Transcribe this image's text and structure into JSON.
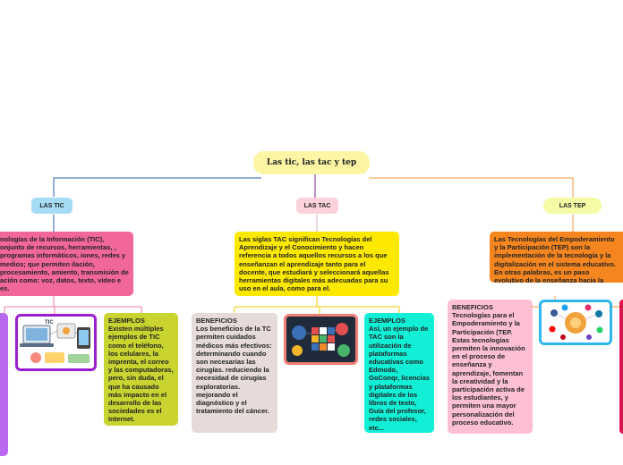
{
  "root": {
    "title": "Las tic, las tac y tep"
  },
  "branches": {
    "tic": {
      "label": "LAS TIC",
      "definition": "nologías de la Información (TIC), onjunto de recursos, herramientas, , programas informáticos, iones, redes y medios; que permiten ilación, procesamiento, amiento, transmisión de ación como: voz, datos, texto, video e es.",
      "image_label": "TIC",
      "examples": {
        "heading": "EJEMPLOS",
        "text": "Existen múltiples ejemplos de TIC como el teléfono, los celulares, la imprenta, el correo y las computadoras, pero, sin duda, el que ha causado más impacto en el desarrollo de las sociedades es el Internet."
      }
    },
    "tac": {
      "label": "LAS TAC",
      "definition": "Las siglas TAC significan Tecnologías del Aprendizaje y el Conocimiento y hacen referencia a todos aquellos recursos a los que enseñanzan el aprendizaje tanto para el docente, que estudiará y seleccionará aquellas herramientas digitales más adecuadas para su uso en el aula, como para el.",
      "benefits": {
        "heading": "BENEFICIOS",
        "text": "Los beneficios de la TC permiten cuidados médicos más efectivos: determinando cuando son necesarias las cirugías. reduciendo la necesidad de cirugías exploratorias. mejorando el diagnóstico y el tratamiento del cáncer."
      },
      "examples": {
        "heading": "EJEMPLOS",
        "text": "Así, un ejemplo de TAC son la utilización de plataformas educativas como Edmodo, GoConqr, licencias y plataformas digitales de los libros de texto, Guía del profesor, redes sociales, etc..."
      }
    },
    "tep": {
      "label": "LAS TEP",
      "definition": "Las Tecnologías del Empoderamiento y la Participación (TEP) son la implementación de la tecnología y la digitalización en el sistema educativo. En otras palabras, es un paso evolutivo de la enseñanza hacia la adaptación del sistema al mundo actual.",
      "benefits": {
        "heading": "BENEFICIOS",
        "text": "Tecnologías para el Empoderamiento y la Participación (TEP. Estas tecnologías permiten la innovación en el proceso de enseñanza y aprendizaje, fomentan la creatividad y la participación activa de los estudiantes, y permiten una mayor personalización del proceso educativo."
      }
    }
  },
  "colors": {
    "root": "#fbf5a4",
    "tic_label": "#a6dcf6",
    "tac_label": "#fbd2db",
    "tep_label": "#f4fba4",
    "tic_def": "#f2679a",
    "tac_def": "#fde800",
    "tep_def": "#f5861f",
    "tic_purple": "#b969f0",
    "tic_examples": "#c9d430",
    "tac_benefits": "#e6dbd8",
    "tac_examples": "#11efd7",
    "tep_benefits": "#fdc0d3",
    "tep_crimson": "#d8164d"
  }
}
